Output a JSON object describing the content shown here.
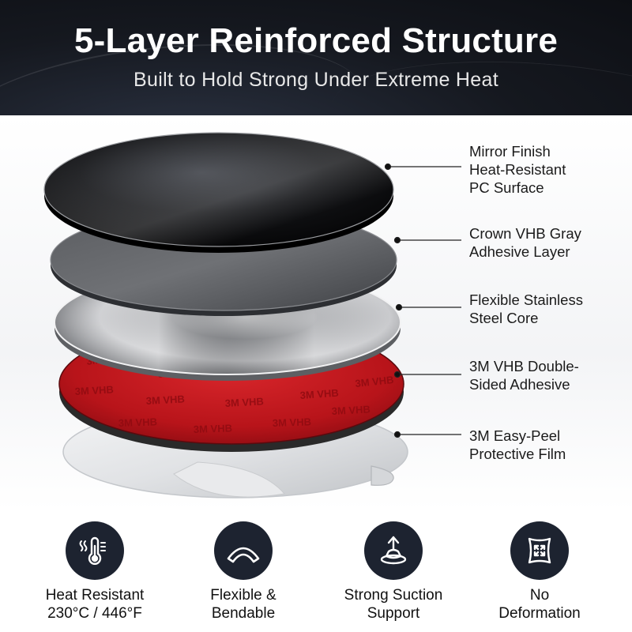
{
  "header": {
    "title": "5-Layer Reinforced Structure",
    "subtitle": "Built to Hold Strong Under Extreme Heat"
  },
  "layers": [
    {
      "label": "Mirror Finish\nHeat-Resistant\nPC Surface",
      "icon": "black-pc-disc"
    },
    {
      "label": "Crown VHB Gray\nAdhesive Layer",
      "icon": "gray-adhesive-disc"
    },
    {
      "label": "Flexible Stainless\nSteel Core",
      "icon": "steel-disc"
    },
    {
      "label": "3M VHB Double-\nSided  Adhesive",
      "icon": "red-adhesive-disc"
    },
    {
      "label": "3M Easy-Peel\nProtective Film",
      "icon": "clear-film-disc"
    }
  ],
  "adhesive_print": "3M VHB",
  "features": [
    {
      "label": "Heat Resistant\n230°C / 446°F",
      "icon": "thermometer-icon"
    },
    {
      "label": "Flexible &\nBendable",
      "icon": "flex-curve-icon"
    },
    {
      "label": "Strong Suction\nSupport",
      "icon": "suction-icon"
    },
    {
      "label": "No\nDeformation",
      "icon": "no-deformation-icon"
    }
  ],
  "colors": {
    "header_bg": "#15181f",
    "badge_bg": "#1d2330",
    "adhesive_red": "#c01a1f",
    "text": "#1b1b1b"
  }
}
